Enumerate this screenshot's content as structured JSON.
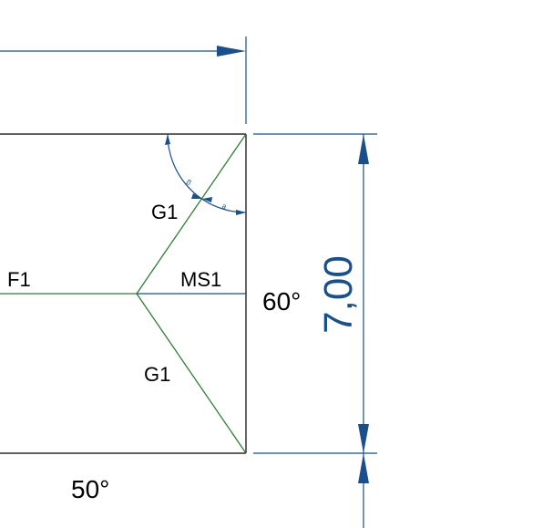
{
  "labels": {
    "g1_top": "G1",
    "g1_bottom": "G1",
    "f1": "F1",
    "ms1": "MS1",
    "angle_right": "60°",
    "angle_bottom": "50°",
    "dimension_value": "7,00",
    "beta_mark": "β",
    "alpha_mark": "a"
  },
  "colors": {
    "outline": "#000000",
    "construction_line": "#2e7d32",
    "dimension": "#1a4f8a",
    "text": "#000000"
  }
}
